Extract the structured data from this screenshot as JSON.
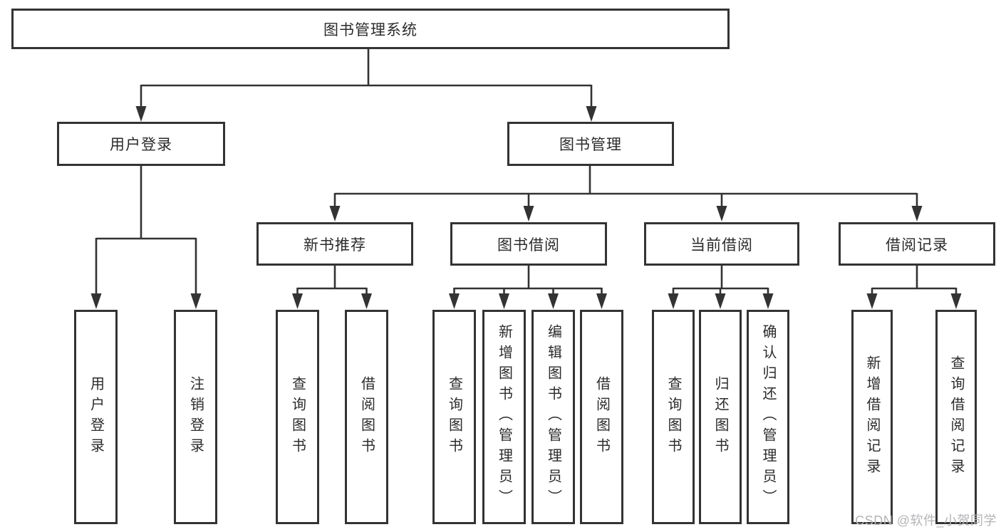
{
  "tree": {
    "root": {
      "label": "图书管理系统"
    },
    "branches": [
      {
        "label": "用户登录",
        "children": [
          "用户登录",
          "注销登录"
        ]
      },
      {
        "label": "图书管理",
        "children": [
          {
            "label": "新书推荐",
            "children": [
              "查询图书",
              "借阅图书"
            ]
          },
          {
            "label": "图书借阅",
            "children": [
              "查询图书",
              "新增图书（管理员）",
              "编辑图书（管理员）",
              "借阅图书"
            ]
          },
          {
            "label": "当前借阅",
            "children": [
              "查询图书",
              "归还图书",
              "确认归还（管理员）"
            ]
          },
          {
            "label": "借阅记录",
            "children": [
              "新增借阅记录",
              "查询借阅记录"
            ]
          }
        ]
      }
    ]
  },
  "watermark": {
    "text": "CSDN @软件_小贺同学"
  },
  "colors": {
    "line": "#333333",
    "box_border": "#333333",
    "text": "#2b2b2b",
    "watermark": "#b4b4b8",
    "background": "#ffffff"
  }
}
